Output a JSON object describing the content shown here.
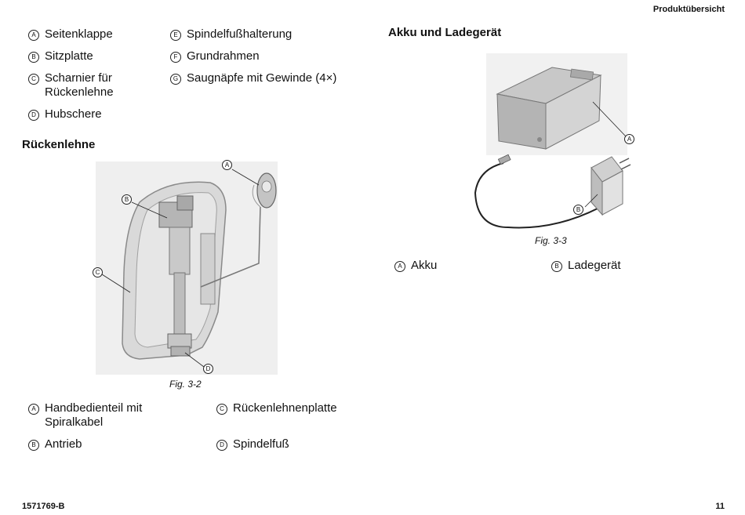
{
  "header": {
    "section": "Produktübersicht"
  },
  "footer": {
    "doc_id": "1571769-B",
    "page_number": "11"
  },
  "top_legend": {
    "col1": [
      {
        "letter": "A",
        "text": "Seitenklappe"
      },
      {
        "letter": "B",
        "text": "Sitzplatte"
      },
      {
        "letter": "C",
        "text": "Scharnier  für Rückenlehne"
      },
      {
        "letter": "D",
        "text": "Hubschere"
      }
    ],
    "col2": [
      {
        "letter": "E",
        "text": "Spindelfußhalterung"
      },
      {
        "letter": "F",
        "text": "Grundrahmen"
      },
      {
        "letter": "G",
        "text": "Saugnäpfe  mit  Gewinde  (4×)"
      }
    ]
  },
  "backrest": {
    "title": "Rückenlehne",
    "caption": "Fig.  3-2",
    "callouts": [
      "A",
      "B",
      "C",
      "D"
    ],
    "legend_col1": [
      {
        "letter": "A",
        "text": "Handbedienteil  mit Spiralkabel"
      },
      {
        "letter": "B",
        "text": "Antrieb"
      }
    ],
    "legend_col2": [
      {
        "letter": "C",
        "text": "Rückenlehnenplatte"
      },
      {
        "letter": "D",
        "text": "Spindelfuß"
      }
    ]
  },
  "battery": {
    "title": "Akku  und  Ladegerät",
    "caption": "Fig.  3-3",
    "callouts": [
      "A",
      "B"
    ],
    "legend": [
      {
        "letter": "A",
        "text": "Akku"
      },
      {
        "letter": "B",
        "text": "Ladegerät"
      }
    ]
  }
}
